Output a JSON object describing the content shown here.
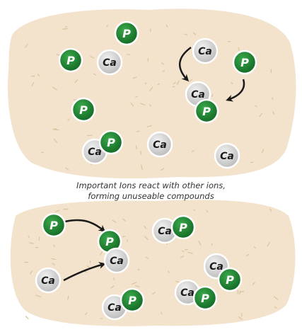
{
  "caption": {
    "line1": "Important Ions react with other ions,",
    "line2": "forming unuseable compounds"
  },
  "ions": {
    "phosphorus": {
      "label": "P",
      "color": "#1e7d32",
      "ring": "#ffffff"
    },
    "calcium": {
      "label": "Ca",
      "color": "#d9d9d9",
      "ring": "#ffffff"
    }
  },
  "colors": {
    "soil": "#f3e3cc",
    "soil_speck": "#d9c2a0",
    "arrow": "#1a1a1a"
  },
  "icons": {
    "arrow": "curved-arrow-icon"
  }
}
